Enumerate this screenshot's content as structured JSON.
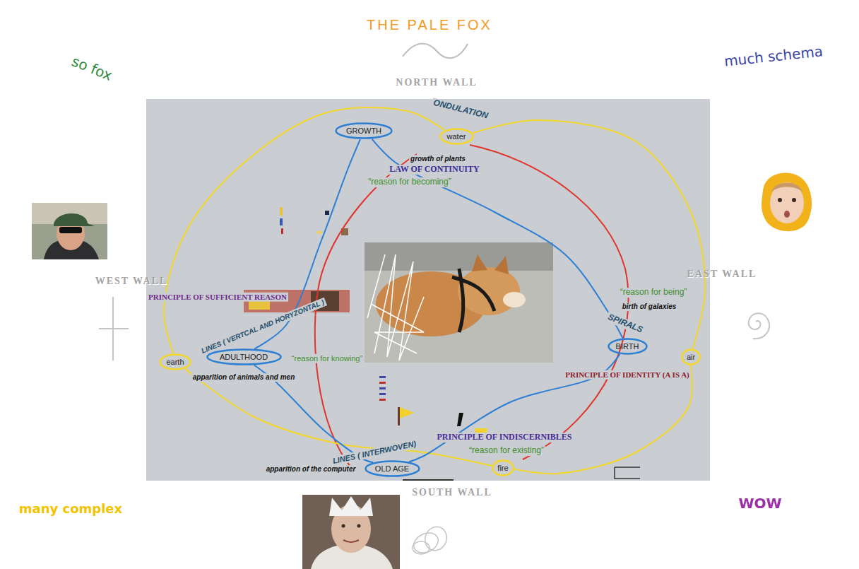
{
  "diagram": {
    "title": "THE PALE FOX",
    "nodes": [
      {
        "text": [
          "GROWTH"
        ]
      },
      {
        "text": [
          "water"
        ]
      },
      {
        "text": [
          "ADULTHOOD"
        ]
      },
      {
        "text": [
          "BIRTH"
        ]
      },
      {
        "text": [
          "air"
        ]
      },
      {
        "text": [
          "earth"
        ]
      },
      {
        "text": [
          "OLD AGE"
        ]
      },
      {
        "text": [
          "fire"
        ]
      }
    ],
    "edges": [
      {
        "from": 1,
        "to": 4,
        "arrow": "none"
      },
      {
        "from": 4,
        "to": 7,
        "arrow": "none"
      },
      {
        "from": 7,
        "to": 5,
        "arrow": "none"
      },
      {
        "from": 5,
        "to": 1,
        "arrow": "none"
      },
      {
        "from": 0,
        "to": 2,
        "arrow": "none"
      },
      {
        "from": 0,
        "to": 3,
        "arrow": "none"
      },
      {
        "from": 3,
        "to": 6,
        "arrow": "none"
      },
      {
        "from": 2,
        "to": 6,
        "arrow": "none"
      }
    ],
    "labels": [
      "so fox",
      "much schema",
      "NORTH WALL",
      "ONDULATION",
      "growth of plants",
      "LAW OF CONTINUITY",
      "“reason for becoming”",
      "WEST WALL",
      "EAST WALL",
      "“reason for being”",
      "birth of galaxies",
      "PRINCIPLE OF SUFFICIENT REASON",
      "SPIRALS",
      "LINES ( VERTCAL AND HORYZONTAL )",
      "“reason for knowing”",
      "PRINCIPLE OF IDENTITY (A IS A)",
      "apparition of animals and men",
      "PRINCIPLE OF INDISCERNIBLES",
      "“reason for existing”",
      "LINES ( INTERWOVEN)",
      "apparition of the computer",
      "SOUTH WALL",
      "many complex",
      "WOW"
    ]
  }
}
